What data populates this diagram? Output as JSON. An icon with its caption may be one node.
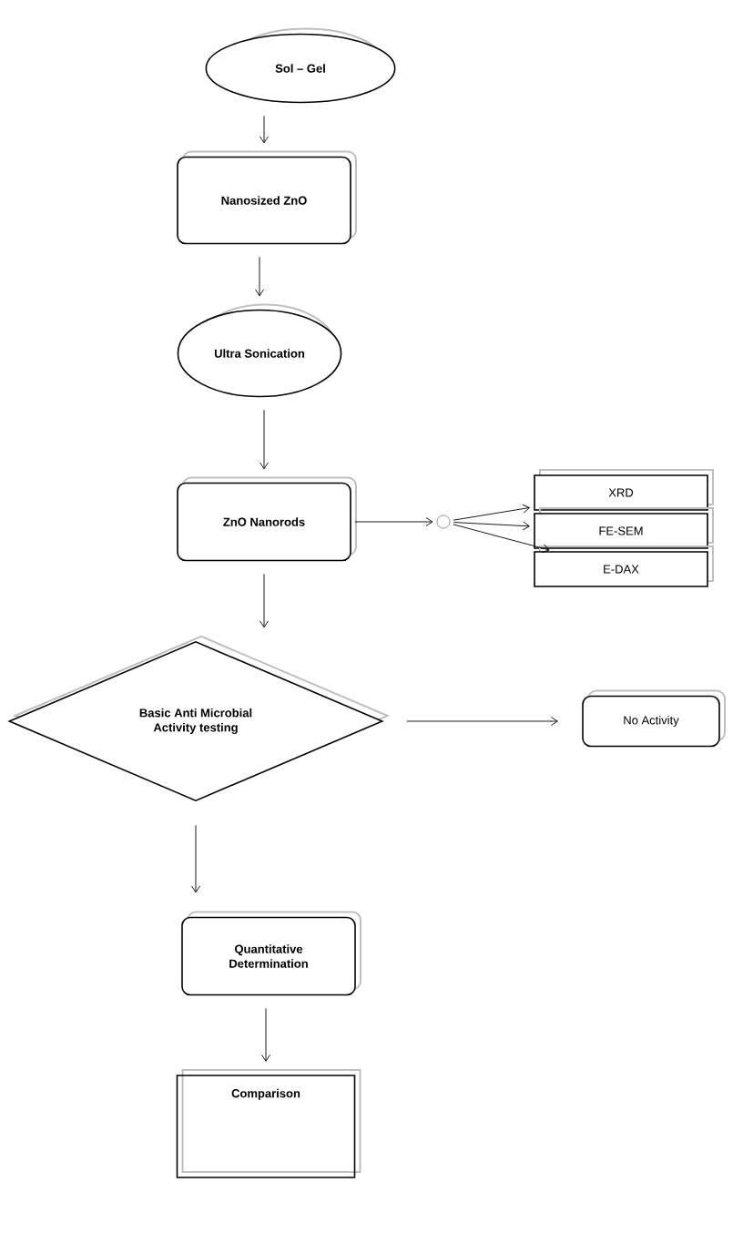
{
  "diagram": {
    "nodes": [
      {
        "text": [
          "Sol – Gel"
        ]
      },
      {
        "text": [
          "Nanosized ZnO"
        ]
      },
      {
        "text": [
          "Ultra Sonication"
        ]
      },
      {
        "text": [
          "ZnO Nanorods"
        ]
      },
      {
        "text": [],
        "shape": "circle"
      },
      {
        "text": [
          "XRD"
        ]
      },
      {
        "text": [
          "FE-SEM"
        ]
      },
      {
        "text": [
          "E-DAX"
        ]
      },
      {
        "text": [
          "Basic Anti Microbial Activity testing"
        ]
      },
      {
        "text": [
          "No Activity"
        ]
      },
      {
        "text": [
          "Quantitative Determination"
        ]
      },
      {
        "text": [
          "Comparison"
        ]
      }
    ],
    "edges": [
      {
        "from": 0,
        "to": 1,
        "arrow": "to"
      },
      {
        "from": 1,
        "to": 2,
        "arrow": "to"
      },
      {
        "from": 2,
        "to": 3,
        "arrow": "to"
      },
      {
        "from": 3,
        "to": 4,
        "arrow": "to"
      },
      {
        "from": 4,
        "to": 5,
        "arrow": "to"
      },
      {
        "from": 4,
        "to": 6,
        "arrow": "to"
      },
      {
        "from": 4,
        "to": 7,
        "arrow": "to"
      },
      {
        "from": 3,
        "to": 8,
        "arrow": "to"
      },
      {
        "from": 8,
        "to": 9,
        "arrow": "to"
      },
      {
        "from": 8,
        "to": 10,
        "arrow": "to"
      },
      {
        "from": 10,
        "to": 11,
        "arrow": "to"
      }
    ]
  }
}
